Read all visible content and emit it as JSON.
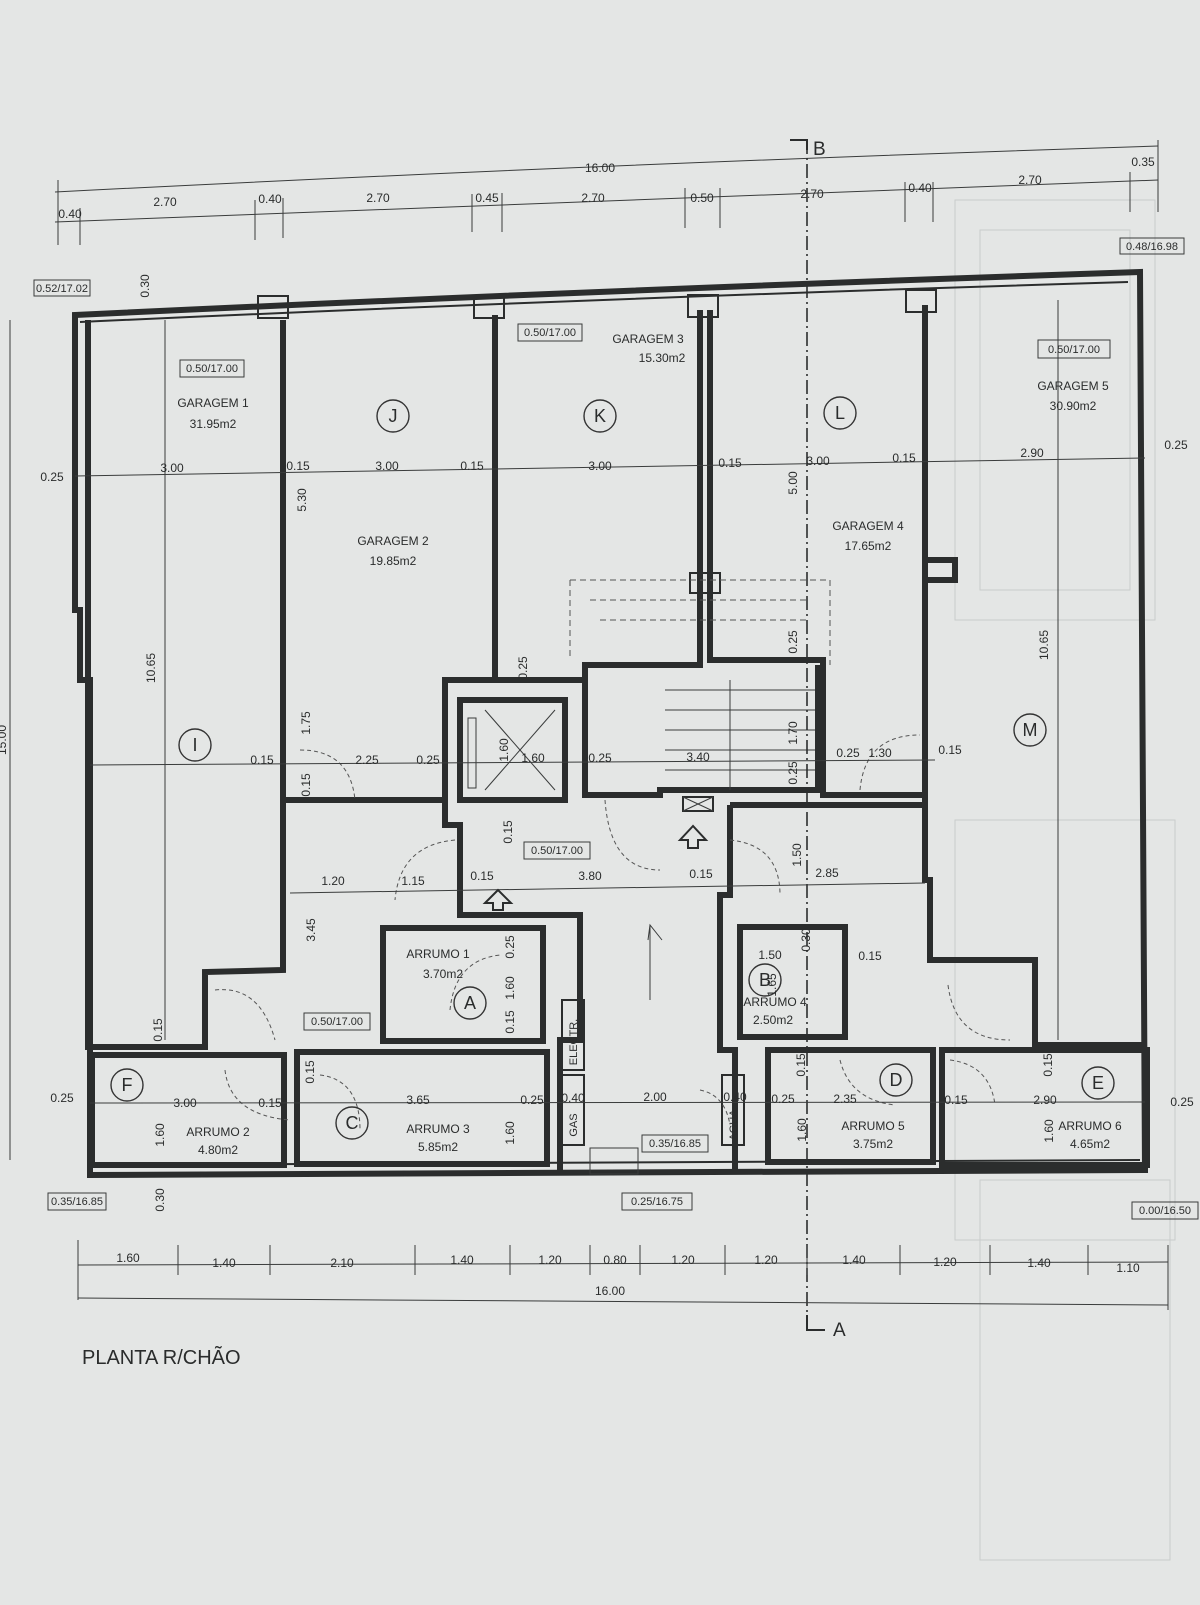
{
  "plan": {
    "title": "PLANTA R/CHÃO",
    "section_marks": {
      "top": "B",
      "bottom": "A"
    },
    "top_dims": {
      "total": "16.00",
      "right_total": "0.35",
      "segments": [
        "0.40",
        "2.70",
        "0.40",
        "2.70",
        "0.45",
        "2.70",
        "0.50",
        "2.70",
        "0.40",
        "2.70"
      ]
    },
    "bottom_dims": {
      "total": "16.00",
      "segments": [
        "1.60",
        "1.40",
        "2.10",
        "1.40",
        "1.20",
        "0.80",
        "1.20",
        "1.20",
        "1.40",
        "1.20",
        "1.40",
        "1.10"
      ]
    },
    "left_total": "15.00",
    "levels": {
      "top_left": "0.52/17.02",
      "top_right": "0.48/16.98",
      "bottom_left": "0.35/16.85",
      "bottom_mid_left": "0.35/16.85",
      "bottom_mid": "0.25/16.75",
      "bottom_right": "0.00/16.50",
      "g1": "0.50/17.00",
      "g3": "0.50/17.00",
      "g5": "0.50/17.00",
      "hall": "0.50/17.00",
      "lower_left": "0.50/17.00"
    },
    "rooms": {
      "garagem1": {
        "name": "GARAGEM 1",
        "area": "31.95m2",
        "letter": "I"
      },
      "garagem2": {
        "name": "GARAGEM 2",
        "area": "19.85m2",
        "letter": "J"
      },
      "garagem3": {
        "name": "GARAGEM 3",
        "area": "15.30m2",
        "letter": "K"
      },
      "garagem4": {
        "name": "GARAGEM 4",
        "area": "17.65m2",
        "letter": "L"
      },
      "garagem5": {
        "name": "GARAGEM 5",
        "area": "30.90m2",
        "letter": "M"
      },
      "arrumo1": {
        "name": "ARRUMO 1",
        "area": "3.70m2",
        "letter": "A"
      },
      "arrumo2": {
        "name": "ARRUMO 2",
        "area": "4.80m2",
        "letter": "F"
      },
      "arrumo3": {
        "name": "ARRUMO 3",
        "area": "5.85m2",
        "letter": "C"
      },
      "arrumo4": {
        "name": "ARRUMO 4",
        "area": "2.50m2",
        "letter": "B"
      },
      "arrumo5": {
        "name": "ARRUMO 5",
        "area": "3.75m2",
        "letter": "D"
      },
      "arrumo6": {
        "name": "ARRUMO 6",
        "area": "4.65m2",
        "letter": "E"
      }
    },
    "utilities": {
      "electr": "ELECTR.",
      "gas": "GAS",
      "agua": "AGUA"
    },
    "inner_dims": {
      "r1_a": "0.25",
      "r1_b": "3.00",
      "r1_c": "0.15",
      "r1_d": "3.00",
      "r1_e": "0.15",
      "r1_f": "3.00",
      "r1_g": "0.15",
      "r1_h": "3.00",
      "r1_i": "0.15",
      "r1_j": "2.90",
      "r1_k": "0.25",
      "v_030": "0.30",
      "v_530": "5.30",
      "v_500": "5.00",
      "v_1065_l": "10.65",
      "v_1065_r": "10.65",
      "r2_a": "0.15",
      "r2_b": "2.25",
      "r2_c": "0.25",
      "r2_d": "1.60",
      "r2_e": "1.60",
      "r2_f": "0.25",
      "r2_g": "3.40",
      "r2_h": "0.25",
      "r2_i": "1.30",
      "r2_j": "0.15",
      "v_175": "1.75",
      "v_015a": "0.15",
      "v_025a": "0.25",
      "v_025b": "0.25",
      "v_170": "1.70",
      "v_025c": "0.25",
      "r3_a": "1.20",
      "r3_b": "1.15",
      "r3_c": "0.15",
      "r3_d": "3.80",
      "r3_e": "0.15",
      "r3_f": "2.85",
      "v_015b": "0.15",
      "v_150": "1.50",
      "v_345": "3.45",
      "a1_a": "0.25",
      "a1_b": "1.60",
      "a1_c": "0.15",
      "a4_a": "1.50",
      "a4_b": "0.30",
      "a4_c": "1.65",
      "a4_d": "0.15",
      "v_015c": "0.15",
      "v_015d": "0.15",
      "v_015e": "0.15",
      "v_015f": "0.15",
      "r4_a": "0.25",
      "r4_b": "3.00",
      "r4_c": "0.15",
      "r4_d": "3.65",
      "r4_e": "0.25",
      "r4_f": "0.40",
      "r4_g": "2.00",
      "r4_h": "0.40",
      "r4_i": "0.25",
      "r4_j": "2.35",
      "r4_k": "0.15",
      "r4_l": "2.90",
      "r4_m": "0.25",
      "v_160a": "1.60",
      "v_160b": "1.60",
      "v_160c": "1.60",
      "v_160d": "1.60",
      "v_030b": "0.30"
    }
  }
}
